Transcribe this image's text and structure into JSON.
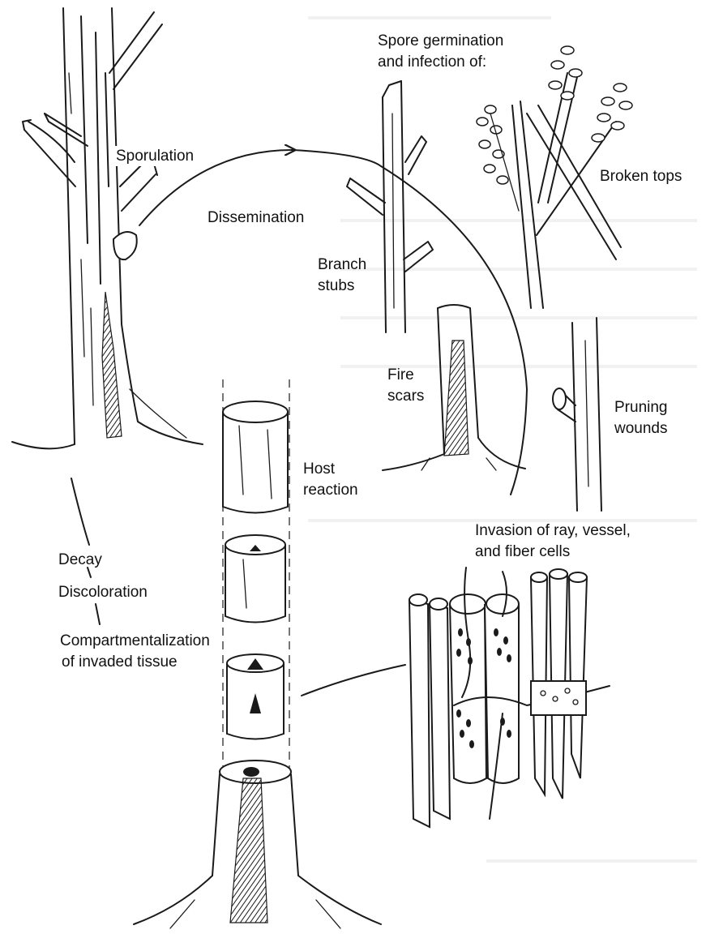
{
  "labels": {
    "spore_germination": [
      "Spore germination",
      "and infection of:"
    ],
    "sporulation": "Sporulation",
    "dissemination": "Dissemination",
    "broken_tops": "Broken tops",
    "branch_stubs": [
      "Branch",
      "stubs"
    ],
    "fire_scars": [
      "Fire",
      "scars"
    ],
    "pruning_wounds": [
      "Pruning",
      "wounds"
    ],
    "host_reaction": [
      "Host",
      "reaction"
    ],
    "invasion": [
      "Invasion of ray, vessel,",
      "and fiber cells"
    ],
    "decay": "Decay",
    "discoloration": "Discoloration",
    "compartmentalization": [
      "Compartmentalization",
      "of invaded tissue"
    ]
  },
  "colors": {
    "ink": "#1a1a1a",
    "paper": "#ffffff"
  }
}
